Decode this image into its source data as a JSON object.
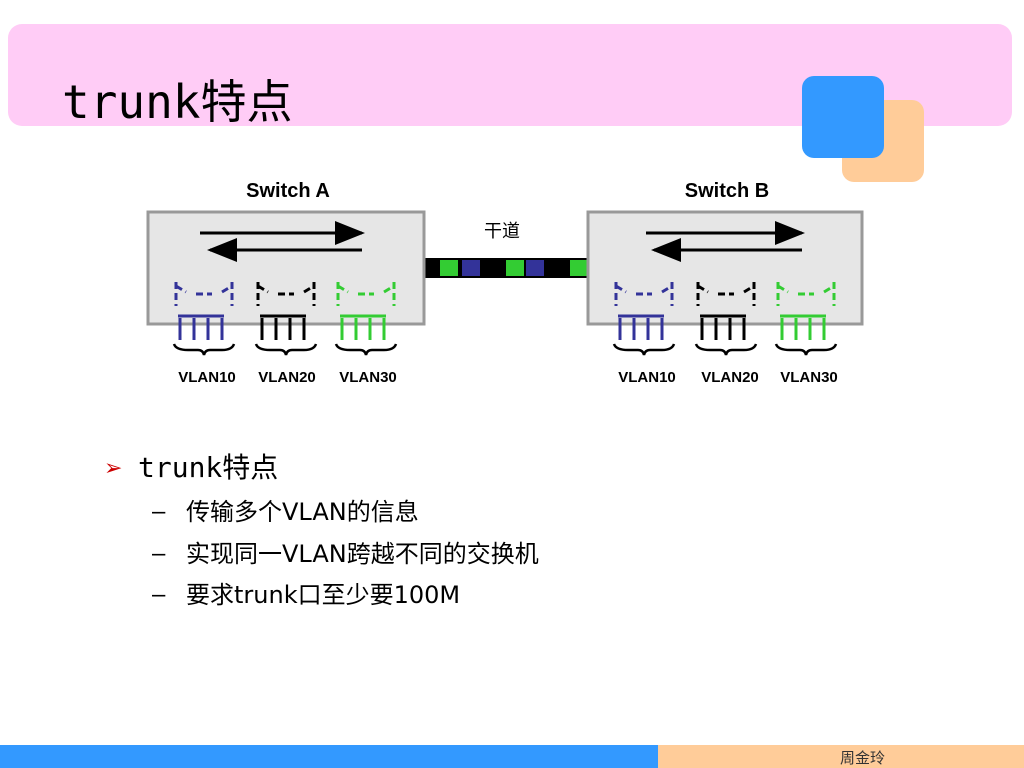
{
  "title": "trunk特点",
  "diagram": {
    "switch_a_label": "Switch A",
    "switch_b_label": "Switch B",
    "trunk_label": "干道",
    "switch_a_vlans": [
      "VLAN10",
      "VLAN20",
      "VLAN30"
    ],
    "switch_b_vlans": [
      "VLAN10",
      "VLAN20",
      "VLAN30"
    ],
    "colors": {
      "vlan10": "#333399",
      "vlan20": "#000000",
      "vlan30": "#33cc33",
      "switch_fill": "#e6e6e6",
      "switch_border": "#999999"
    }
  },
  "bullets": {
    "main": "trunk特点",
    "items": [
      "传输多个VLAN的信息",
      "实现同一VLAN跨越不同的交换机",
      "要求trunk口至少要100M"
    ]
  },
  "footer": {
    "author": "周金玲"
  }
}
